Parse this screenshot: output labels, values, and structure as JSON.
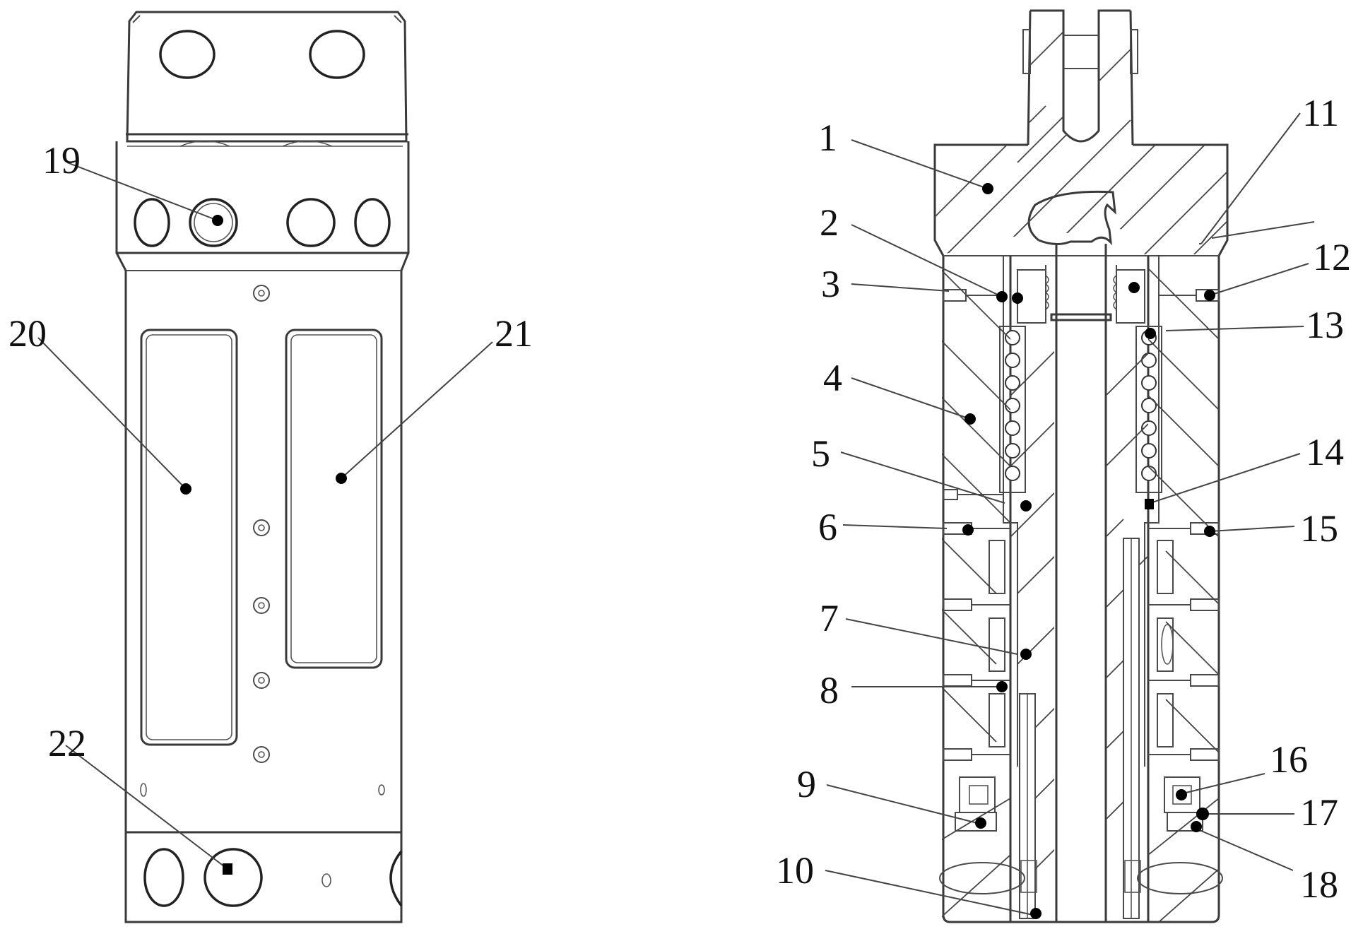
{
  "figure": {
    "left_view": {
      "labels": [
        {
          "id": "19",
          "text": "19"
        },
        {
          "id": "20",
          "text": "20"
        },
        {
          "id": "21",
          "text": "21"
        },
        {
          "id": "22",
          "text": "22"
        }
      ]
    },
    "right_view": {
      "labels_left": [
        {
          "id": "1",
          "text": "1"
        },
        {
          "id": "2",
          "text": "2"
        },
        {
          "id": "3",
          "text": "3"
        },
        {
          "id": "4",
          "text": "4"
        },
        {
          "id": "5",
          "text": "5"
        },
        {
          "id": "6",
          "text": "6"
        },
        {
          "id": "7",
          "text": "7"
        },
        {
          "id": "8",
          "text": "8"
        },
        {
          "id": "9",
          "text": "9"
        },
        {
          "id": "10",
          "text": "10"
        }
      ],
      "labels_right": [
        {
          "id": "11",
          "text": "11"
        },
        {
          "id": "12",
          "text": "12"
        },
        {
          "id": "13",
          "text": "13"
        },
        {
          "id": "14",
          "text": "14"
        },
        {
          "id": "15",
          "text": "15"
        },
        {
          "id": "16",
          "text": "16"
        },
        {
          "id": "17",
          "text": "17"
        },
        {
          "id": "18",
          "text": "18"
        }
      ]
    }
  },
  "colors": {
    "line": "#3a3a3a",
    "background": "#ffffff",
    "marker": "#000000"
  }
}
